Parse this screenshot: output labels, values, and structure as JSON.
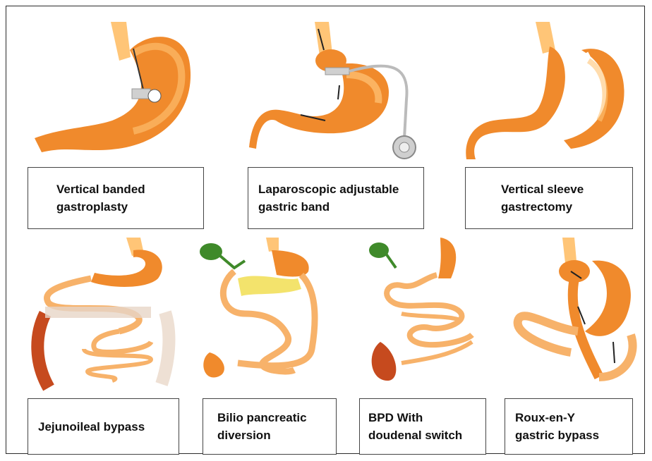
{
  "procedures": [
    {
      "label": "Vertical banded\ngastroplasty",
      "icon": "vertical-banded-gastroplasty-icon"
    },
    {
      "label": "Laparoscopic adjustable\ngastric band",
      "icon": "adjustable-gastric-band-icon"
    },
    {
      "label": "Vertical sleeve\ngastrectomy",
      "icon": "sleeve-gastrectomy-icon"
    },
    {
      "label": "Jejunoileal bypass",
      "icon": "jejunoileal-bypass-icon"
    },
    {
      "label": "Bilio pancreatic\ndiversion",
      "icon": "biliopancreatic-diversion-icon"
    },
    {
      "label": "BPD With\ndoudenal switch",
      "icon": "duodenal-switch-icon"
    },
    {
      "label": "Roux-en-Y\ngastric bypass",
      "icon": "roux-en-y-bypass-icon"
    }
  ],
  "colors": {
    "stomach_orange": "#f08a2c",
    "stomach_light": "#ffc577",
    "intestine": "#f7b26a",
    "colon": "#c64a1e",
    "gallbladder": "#3f8a2a",
    "pancreas": "#f3e36c",
    "band": "#d0d0d0"
  }
}
